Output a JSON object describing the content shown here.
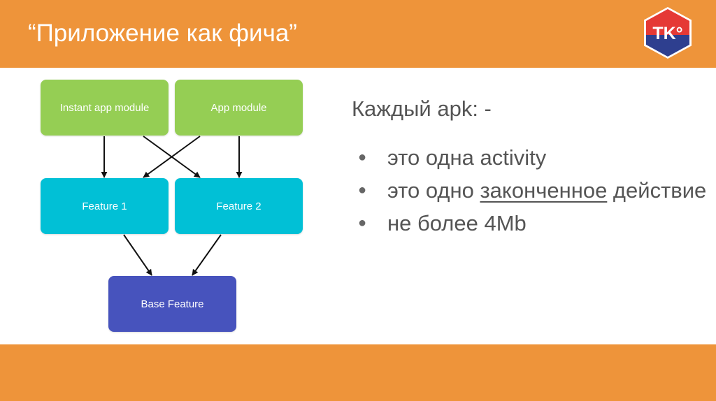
{
  "colors": {
    "band": "#EE943A",
    "green": "#95CE54",
    "cyan": "#01C0D6",
    "indigo": "#4753BD",
    "text": "#555555",
    "logo_red": "#E53935",
    "logo_blue": "#2E3F8F"
  },
  "slide": {
    "title": "“Приложение как фича”",
    "logo_text": "TK°"
  },
  "diagram": {
    "nodes": [
      {
        "id": "instant",
        "label": "Instant app module",
        "color": "green"
      },
      {
        "id": "app",
        "label": "App module",
        "color": "green"
      },
      {
        "id": "f1",
        "label": "Feature 1",
        "color": "cyan"
      },
      {
        "id": "f2",
        "label": "Feature 2",
        "color": "cyan"
      },
      {
        "id": "base",
        "label": "Base Feature",
        "color": "indigo"
      }
    ],
    "edges": [
      {
        "from": "instant",
        "to": "f1"
      },
      {
        "from": "instant",
        "to": "f2"
      },
      {
        "from": "app",
        "to": "f1"
      },
      {
        "from": "app",
        "to": "f2"
      },
      {
        "from": "f1",
        "to": "base"
      },
      {
        "from": "f2",
        "to": "base"
      }
    ]
  },
  "panel": {
    "heading": "Каждый apk: -",
    "bullet_glyph": "●",
    "b1": "это одна activity",
    "b2_pre": "это одно ",
    "b2_underlined": "законченное",
    "b2_post": " действие",
    "b3": "не более 4Mb"
  }
}
